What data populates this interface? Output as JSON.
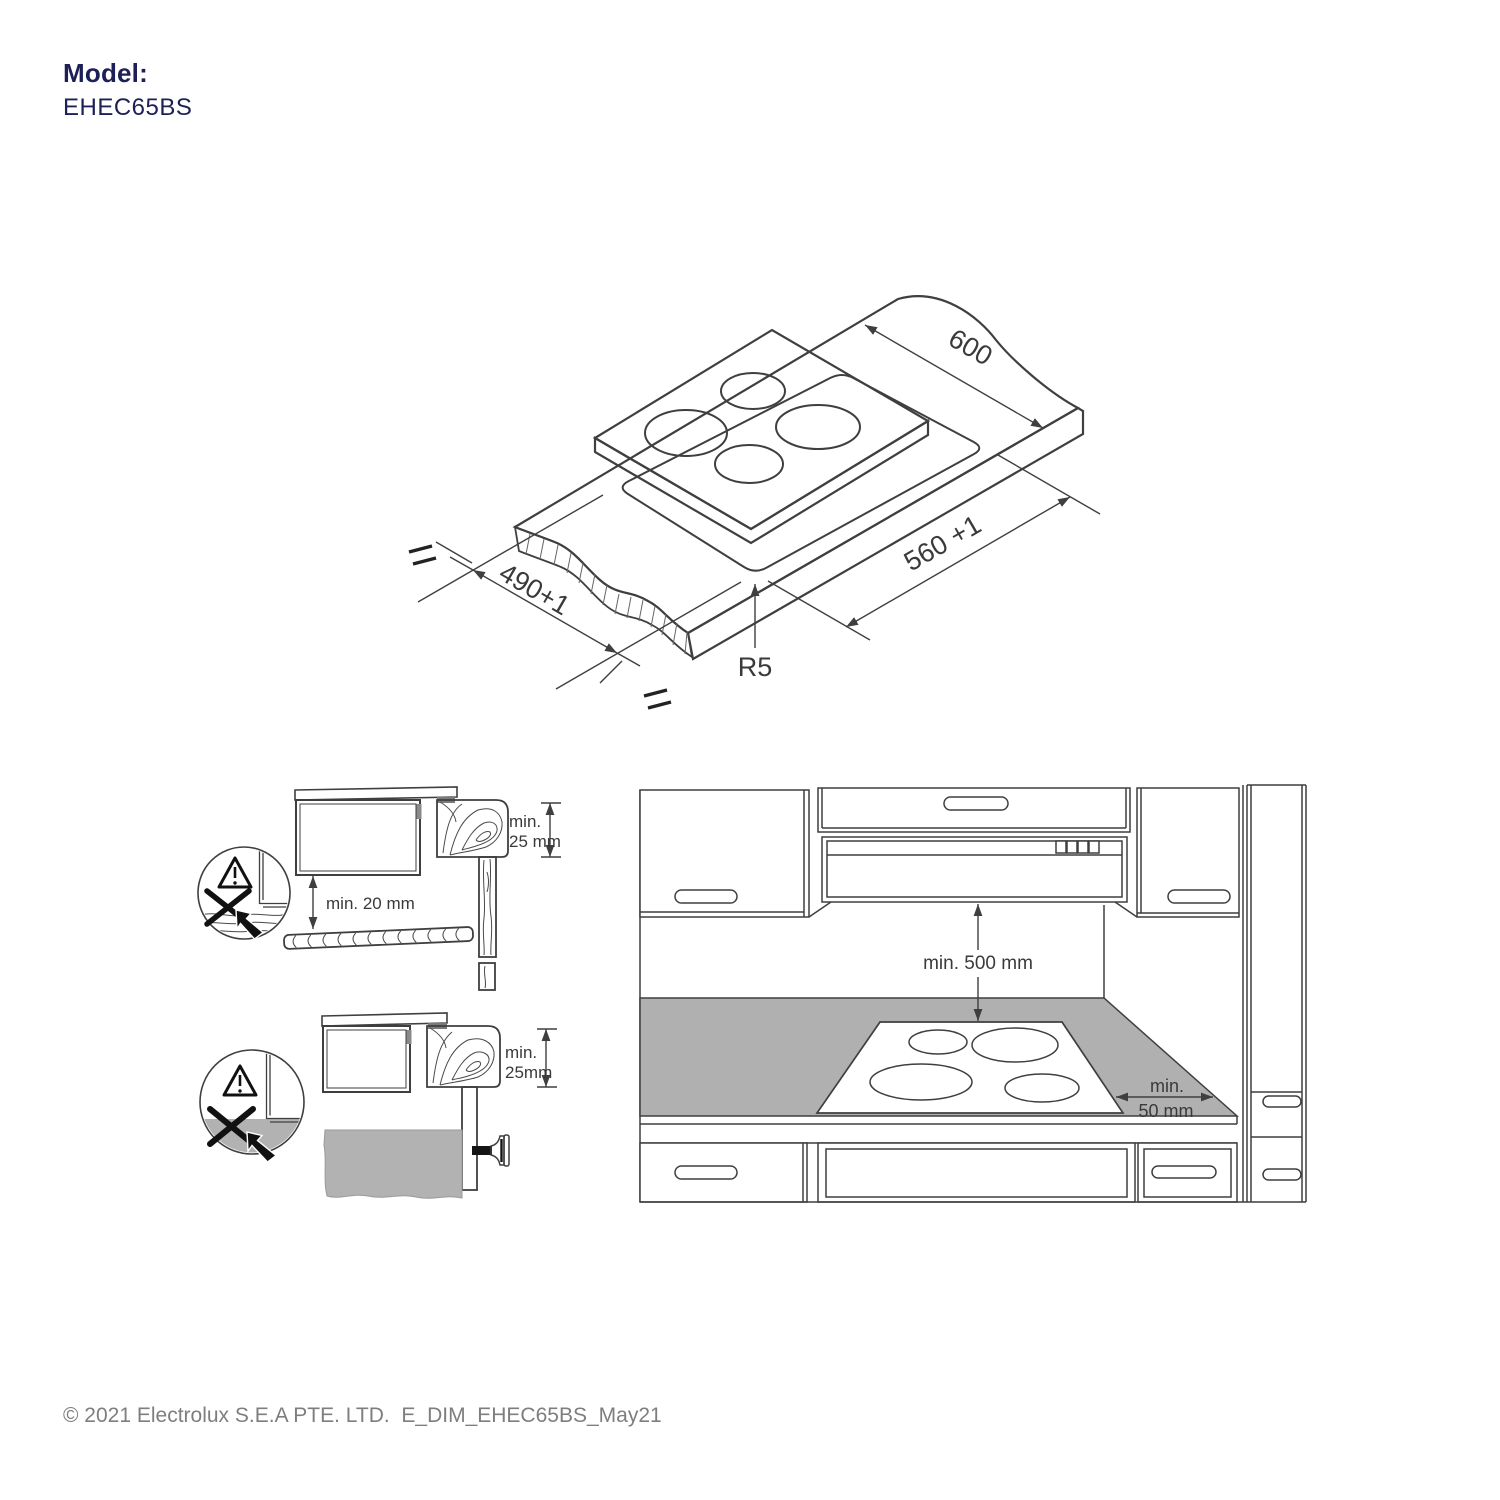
{
  "header": {
    "label": "Model:",
    "model": "EHEC65BS"
  },
  "isometric_view": {
    "counter_depth_dim": "600",
    "cutout_width_dim": "560 +1",
    "cutout_depth_dim": "490+1",
    "corner_radius_dim": "R5"
  },
  "install_section_top": {
    "counter_thickness_dim_line1": "min.",
    "counter_thickness_dim_line2": "25 mm",
    "under_hob_clearance_dim": "min. 20 mm"
  },
  "install_section_bottom": {
    "counter_thickness_dim_line1": "min.",
    "counter_thickness_dim_line2": "25mm"
  },
  "kitchen_view": {
    "hood_clearance_dim": "min. 500 mm",
    "side_clearance_dim_line1": "min.",
    "side_clearance_dim_line2": "50 mm"
  },
  "footer": {
    "copyright": "© 2021 Electrolux S.E.A PTE. LTD.  E_DIM_EHEC65BS_May21"
  },
  "colors": {
    "brand_text": "#1d2057",
    "footer_text": "#7e7e7e",
    "line": "#3f3f3f",
    "hob_fill": "#a6a6a6",
    "counter_fill": "#b0b0b0",
    "oven_fill": "#b2b2b2"
  }
}
